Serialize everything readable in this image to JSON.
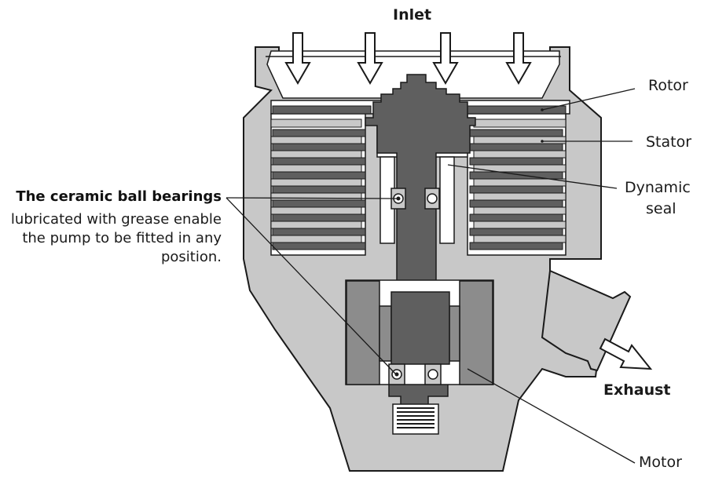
{
  "labels": {
    "inlet": "Inlet",
    "rotor": "Rotor",
    "stator": "Stator",
    "dynamic_seal_line1": "Dynamic",
    "dynamic_seal_line2": "seal",
    "exhaust": "Exhaust",
    "motor": "Motor",
    "bearings_title": "The ceramic ball bearings",
    "bearings_desc": "lubricated with grease enable the pump to be fitted in any position."
  },
  "colors": {
    "housing": "#c8c8c8",
    "rotor": "#5f5f5f",
    "motor_coil": "#8c8c8c",
    "outline": "#1a1a1a",
    "cavity": "#ffffff"
  }
}
